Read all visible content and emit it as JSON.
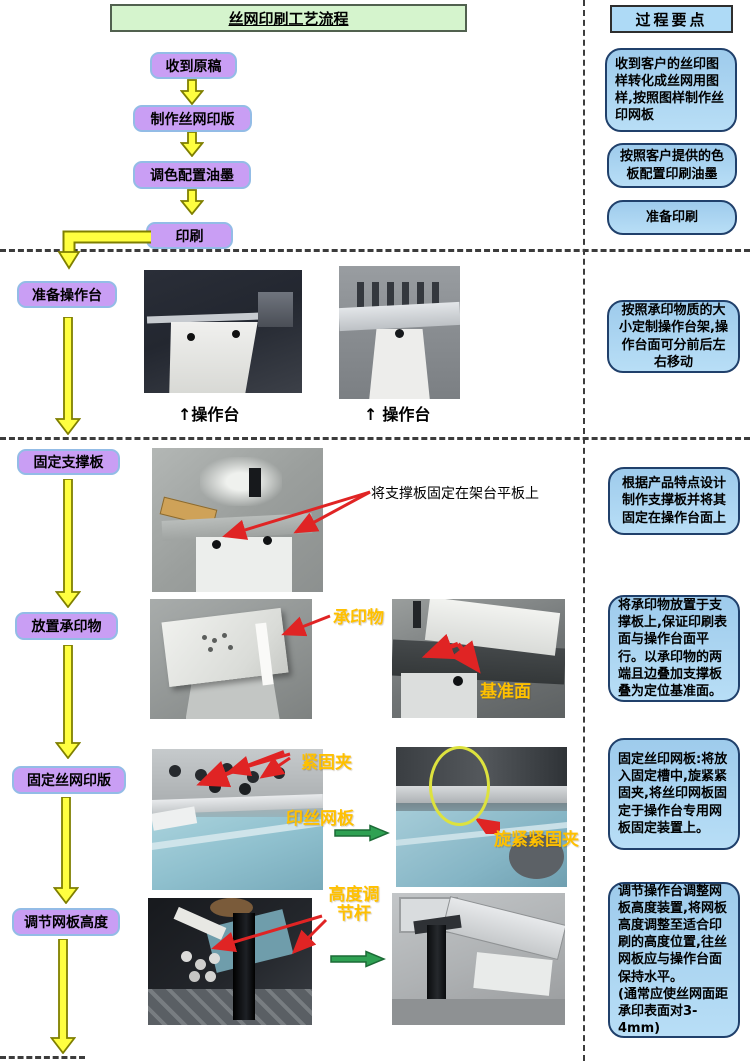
{
  "title": "丝网印刷工艺流程",
  "flow_steps": {
    "receive": "收到原稿",
    "make_plate": "制作丝网印版",
    "mix_ink": "调色配置油墨",
    "print": "印刷",
    "prepare_table": "准备操作台",
    "fix_support": "固定支撑板",
    "place_substrate": "放置承印物",
    "fix_screen": "固定丝网印版",
    "adjust_height": "调节网板高度"
  },
  "right_panel": {
    "header": "过程要点",
    "notes": {
      "n1": "收到客户的丝印图样转化成丝网用图样,按照图样制作丝印网板",
      "n2": "按照客户提供的色板配置印刷油墨",
      "n3": "准备印刷",
      "n4": "按照承印物质的大小定制操作台架,操作台面可分前后左右移动",
      "n5": "根据产品特点设计制作支撑板并将其固定在操作台面上",
      "n6": "将承印物放置于支撑板上,保证印刷表面与操作台面平行。以承印物的两端且边叠加支撑板叠为定位基准面。",
      "n7": "固定丝印网板:将放入固定槽中,旋紧紧固夹,将丝印网板固定于操作台专用网板固定装置上。",
      "n8": "调节操作台调整网板高度装置,将网板高度调整至适合印刷的高度位置,往丝网板应与操作台面保持水平。\n(通常应使丝网面距承印表面对3-4mm)"
    }
  },
  "captions": {
    "photo1": "操作台",
    "photo2": "操作台"
  },
  "annotations": {
    "fix_support_note": "将支撑板固定在架台平板上",
    "substrate": "承印物",
    "datum_face": "基准面",
    "clamp": "紧固夹",
    "screen_plate": "印丝网板",
    "tighten_clamp": "旋紧紧固夹",
    "height_rod": "高度调\n节杆"
  },
  "icons": {
    "up_arrow": "↑"
  },
  "colors": {
    "flow_box_fill": "#c99ef4",
    "flow_box_border": "#93bce6",
    "note_fill": "#a6d0ee",
    "note_border": "#20406b",
    "title_fill": "#d5f4cd",
    "arrow_yellow": "#ffff40",
    "arrow_outline": "#7f7f00",
    "annotation_yellow": "#ffc000",
    "red_arrow": "#e02424",
    "green_arrow": "#2fa153"
  }
}
